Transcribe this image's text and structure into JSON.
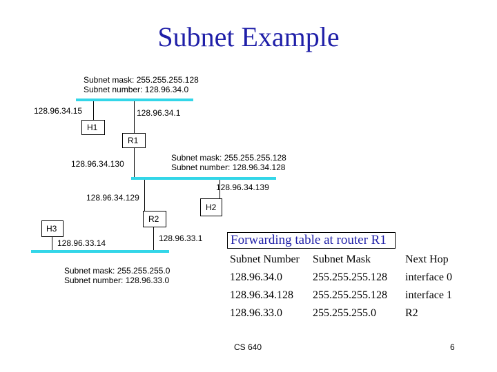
{
  "title": "Subnet Example",
  "top_subnet": {
    "mask": "Subnet mask: 255.255.255.128",
    "number": "Subnet number: 128.96.34.0"
  },
  "mid_subnet": {
    "mask": "Subnet mask: 255.255.255.128",
    "number": "Subnet number: 128.96.34.128"
  },
  "bottom_subnet": {
    "mask": "Subnet mask: 255.255.255.0",
    "number": "Subnet number: 128.96.33.0"
  },
  "nodes": {
    "h1": "H1",
    "r1": "R1",
    "r2": "R2",
    "h2": "H2",
    "h3": "H3"
  },
  "addresses": {
    "h1": "128.96.34.15",
    "r1_top": "128.96.34.1",
    "r1_mid": "128.96.34.130",
    "h2": "128.96.34.139",
    "r2_mid": "128.96.34.129",
    "r2_bottom": "128.96.33.1",
    "h3": "128.96.33.14"
  },
  "forwarding": {
    "title": "Forwarding table at router R1",
    "headers": [
      "Subnet Number",
      "Subnet Mask",
      "Next Hop"
    ],
    "rows": [
      [
        "128.96.34.0",
        "255.255.255.128",
        "interface 0"
      ],
      [
        "128.96.34.128",
        "255.255.255.128",
        "interface 1"
      ],
      [
        "128.96.33.0",
        "255.255.255.0",
        "R2"
      ]
    ]
  },
  "footer": {
    "course": "CS 640",
    "page": "6"
  },
  "colors": {
    "title": "#1f1fa8",
    "network": "#33d6e8"
  }
}
